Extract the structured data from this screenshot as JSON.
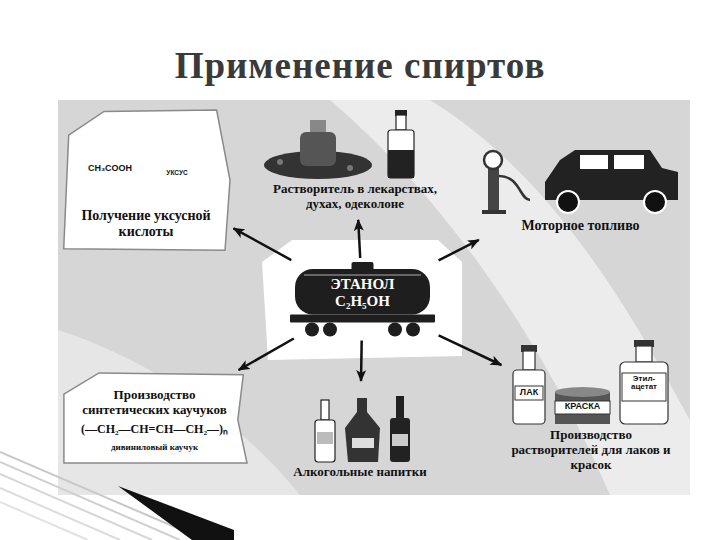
{
  "diagram": {
    "title": "Применение спиртов",
    "nodes": [
      {
        "text": [
          "Получение уксусной кислоты"
        ]
      },
      {
        "text": [
          "Растворитель в лекарствах, духах, одеколоне"
        ]
      },
      {
        "text": [
          "Моторное топливо"
        ]
      },
      {
        "text": [
          "ЭТАНОЛ",
          "C₂H₅OH"
        ]
      },
      {
        "text": [
          "Производство синтетических каучуков",
          "(—CH₂—CH=CH—CH₂—)ₙ",
          "дивиниловый каучук"
        ]
      },
      {
        "text": [
          "Алкогольные напитки"
        ]
      },
      {
        "text": [
          "Производство растворителей для лаков и красок"
        ]
      }
    ],
    "edges": [
      {
        "from": 3,
        "to": 0,
        "arrow": "to"
      },
      {
        "from": 3,
        "to": 1,
        "arrow": "to"
      },
      {
        "from": 3,
        "to": 2,
        "arrow": "to"
      },
      {
        "from": 3,
        "to": 6,
        "arrow": "to"
      },
      {
        "from": 3,
        "to": 5,
        "arrow": "to"
      },
      {
        "from": 3,
        "to": 4,
        "arrow": "to"
      }
    ],
    "labels": [
      "CH₃COOH",
      "УКСУС",
      "ЛАК",
      "КРАСКА",
      "Этил-ацетат"
    ]
  }
}
